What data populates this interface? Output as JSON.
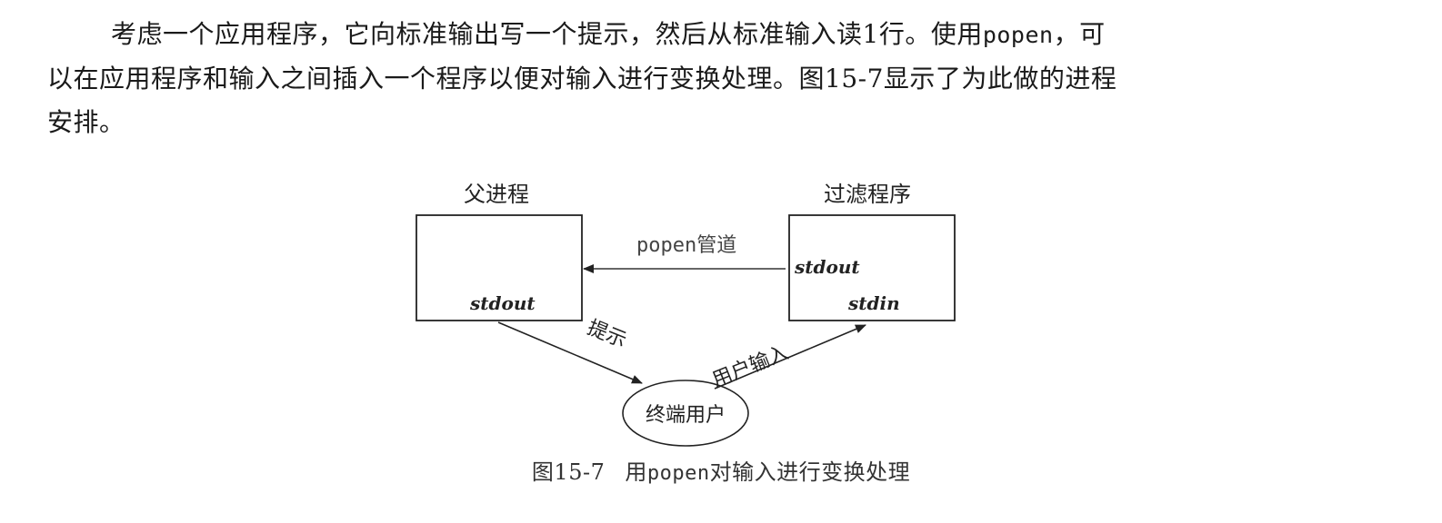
{
  "paragraph": {
    "line1_pre": "考虑一个应用程序，它向标准输出写一个提示，然后从标准输入读1行。使用",
    "line1_code": "popen",
    "line1_post": "，可",
    "line2": "以在应用程序和输入之间插入一个程序以便对输入进行变换处理。图15-7显示了为此做的进程",
    "line3": "安排。"
  },
  "figure": {
    "parent_label": "父进程",
    "filter_label": "过滤程序",
    "pipe_label_code": "popen",
    "pipe_label_text": "管道",
    "parent_stdout": "stdout",
    "filter_stdout": "stdout",
    "filter_stdin": "stdin",
    "prompt_label": "提示",
    "user_input_label": "用户输入",
    "end_user_label": "终端用户"
  },
  "caption": {
    "number": "图15-7",
    "pre": "用",
    "code": "popen",
    "post": "对输入进行变换处理"
  }
}
